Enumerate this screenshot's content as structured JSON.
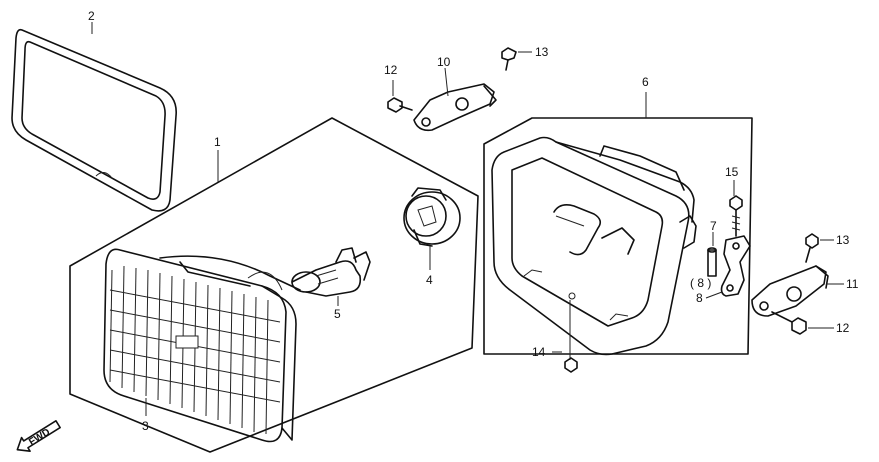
{
  "diagram": {
    "labels": {
      "p1": "1",
      "p2": "2",
      "p3": "3",
      "p4": "4",
      "p5": "5",
      "p6": "6",
      "p7": "7",
      "p8": "8",
      "p8_paren": "( 8 )",
      "p10": "10",
      "p11": "11",
      "p12a": "12",
      "p12b": "12",
      "p13a": "13",
      "p13b": "13",
      "p14": "14",
      "p15": "15"
    },
    "fwd_label": "FWD"
  }
}
